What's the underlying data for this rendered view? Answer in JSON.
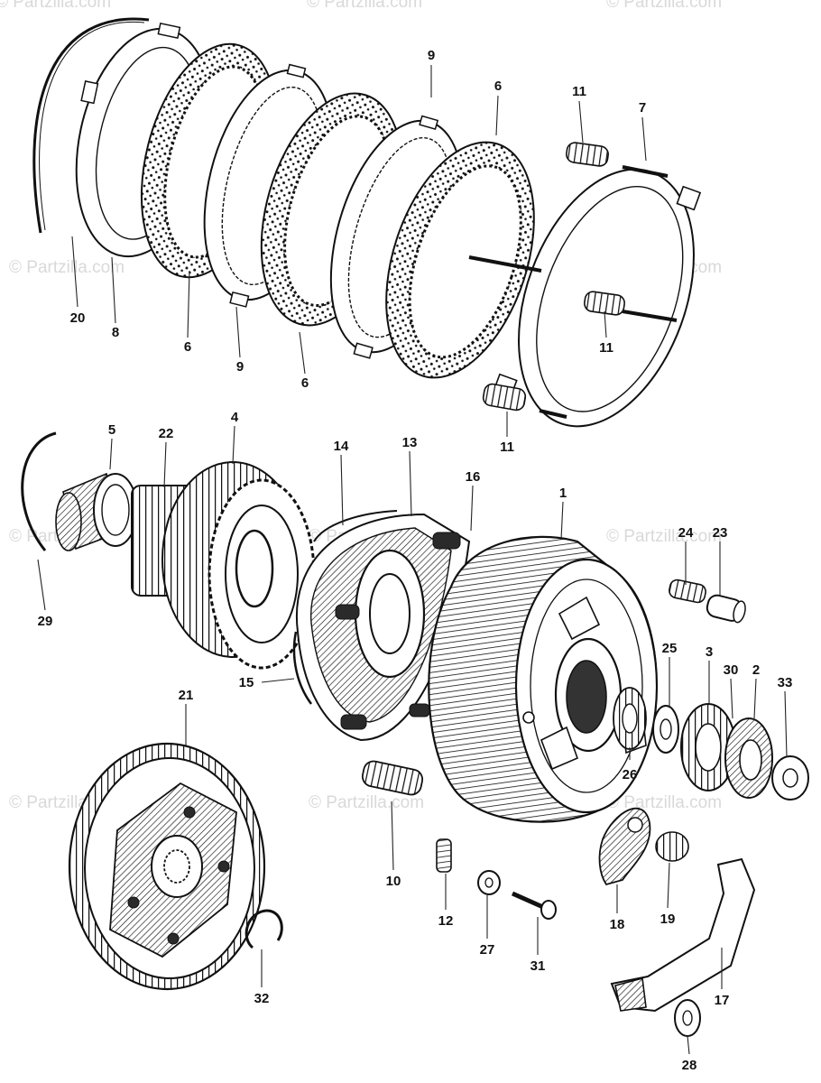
{
  "watermark": "© Partzilla.com",
  "callouts": [
    "20",
    "8",
    "6",
    "9",
    "6",
    "9",
    "6",
    "11",
    "7",
    "11",
    "11",
    "5",
    "22",
    "4",
    "14",
    "13",
    "16",
    "1",
    "29",
    "24",
    "23",
    "15",
    "25",
    "3",
    "30",
    "2",
    "33",
    "21",
    "26",
    "10",
    "12",
    "27",
    "31",
    "18",
    "19",
    "32",
    "17",
    "28"
  ]
}
